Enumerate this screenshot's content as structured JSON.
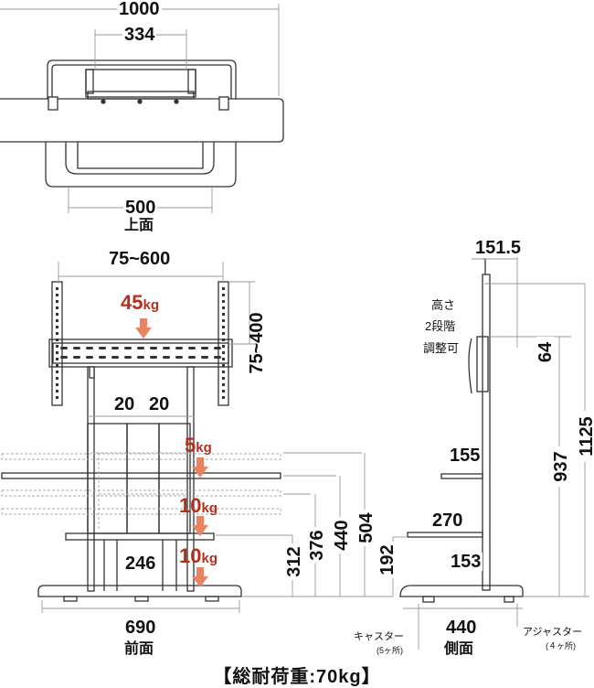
{
  "views": {
    "top": {
      "caption": "上面"
    },
    "front": {
      "caption": "前面"
    },
    "side": {
      "caption": "側面"
    }
  },
  "dimensions": {
    "top_width": "1000",
    "top_bracket": "334",
    "top_depth_frame": "500",
    "vesa_horizontal": "75~600",
    "vesa_vertical": "75~400",
    "post_gap_left": "20",
    "post_gap_right": "20",
    "shelf_width": "246",
    "base_width": "690",
    "h_312": "312",
    "h_376": "376",
    "h_440": "440",
    "h_504": "504",
    "side_top": "151.5",
    "side_bracket": "64",
    "side_937": "937",
    "side_1125": "1125",
    "side_155": "155",
    "side_270": "270",
    "side_153": "153",
    "side_192": "192",
    "side_440": "440"
  },
  "loads": {
    "tv": {
      "value": "45",
      "unit": "kg"
    },
    "shelf_upper": {
      "value": "5",
      "unit": "kg"
    },
    "shelf_middle": {
      "value": "10",
      "unit": "kg"
    },
    "shelf_lower": {
      "value": "10",
      "unit": "kg"
    }
  },
  "notes": {
    "height_adjust_1": "高さ",
    "height_adjust_2": "2段階",
    "height_adjust_3": "調整可",
    "caster_label": "キャスター",
    "caster_count": "(5ヶ所)",
    "adjuster_label": "アジャスター",
    "adjuster_count": "(４ヶ所)"
  },
  "total_load": "【総耐荷重:70kg】",
  "colors": {
    "line": "#333333",
    "dim": "#999999",
    "load": "#b4301c",
    "arrow": "#e8845f"
  }
}
